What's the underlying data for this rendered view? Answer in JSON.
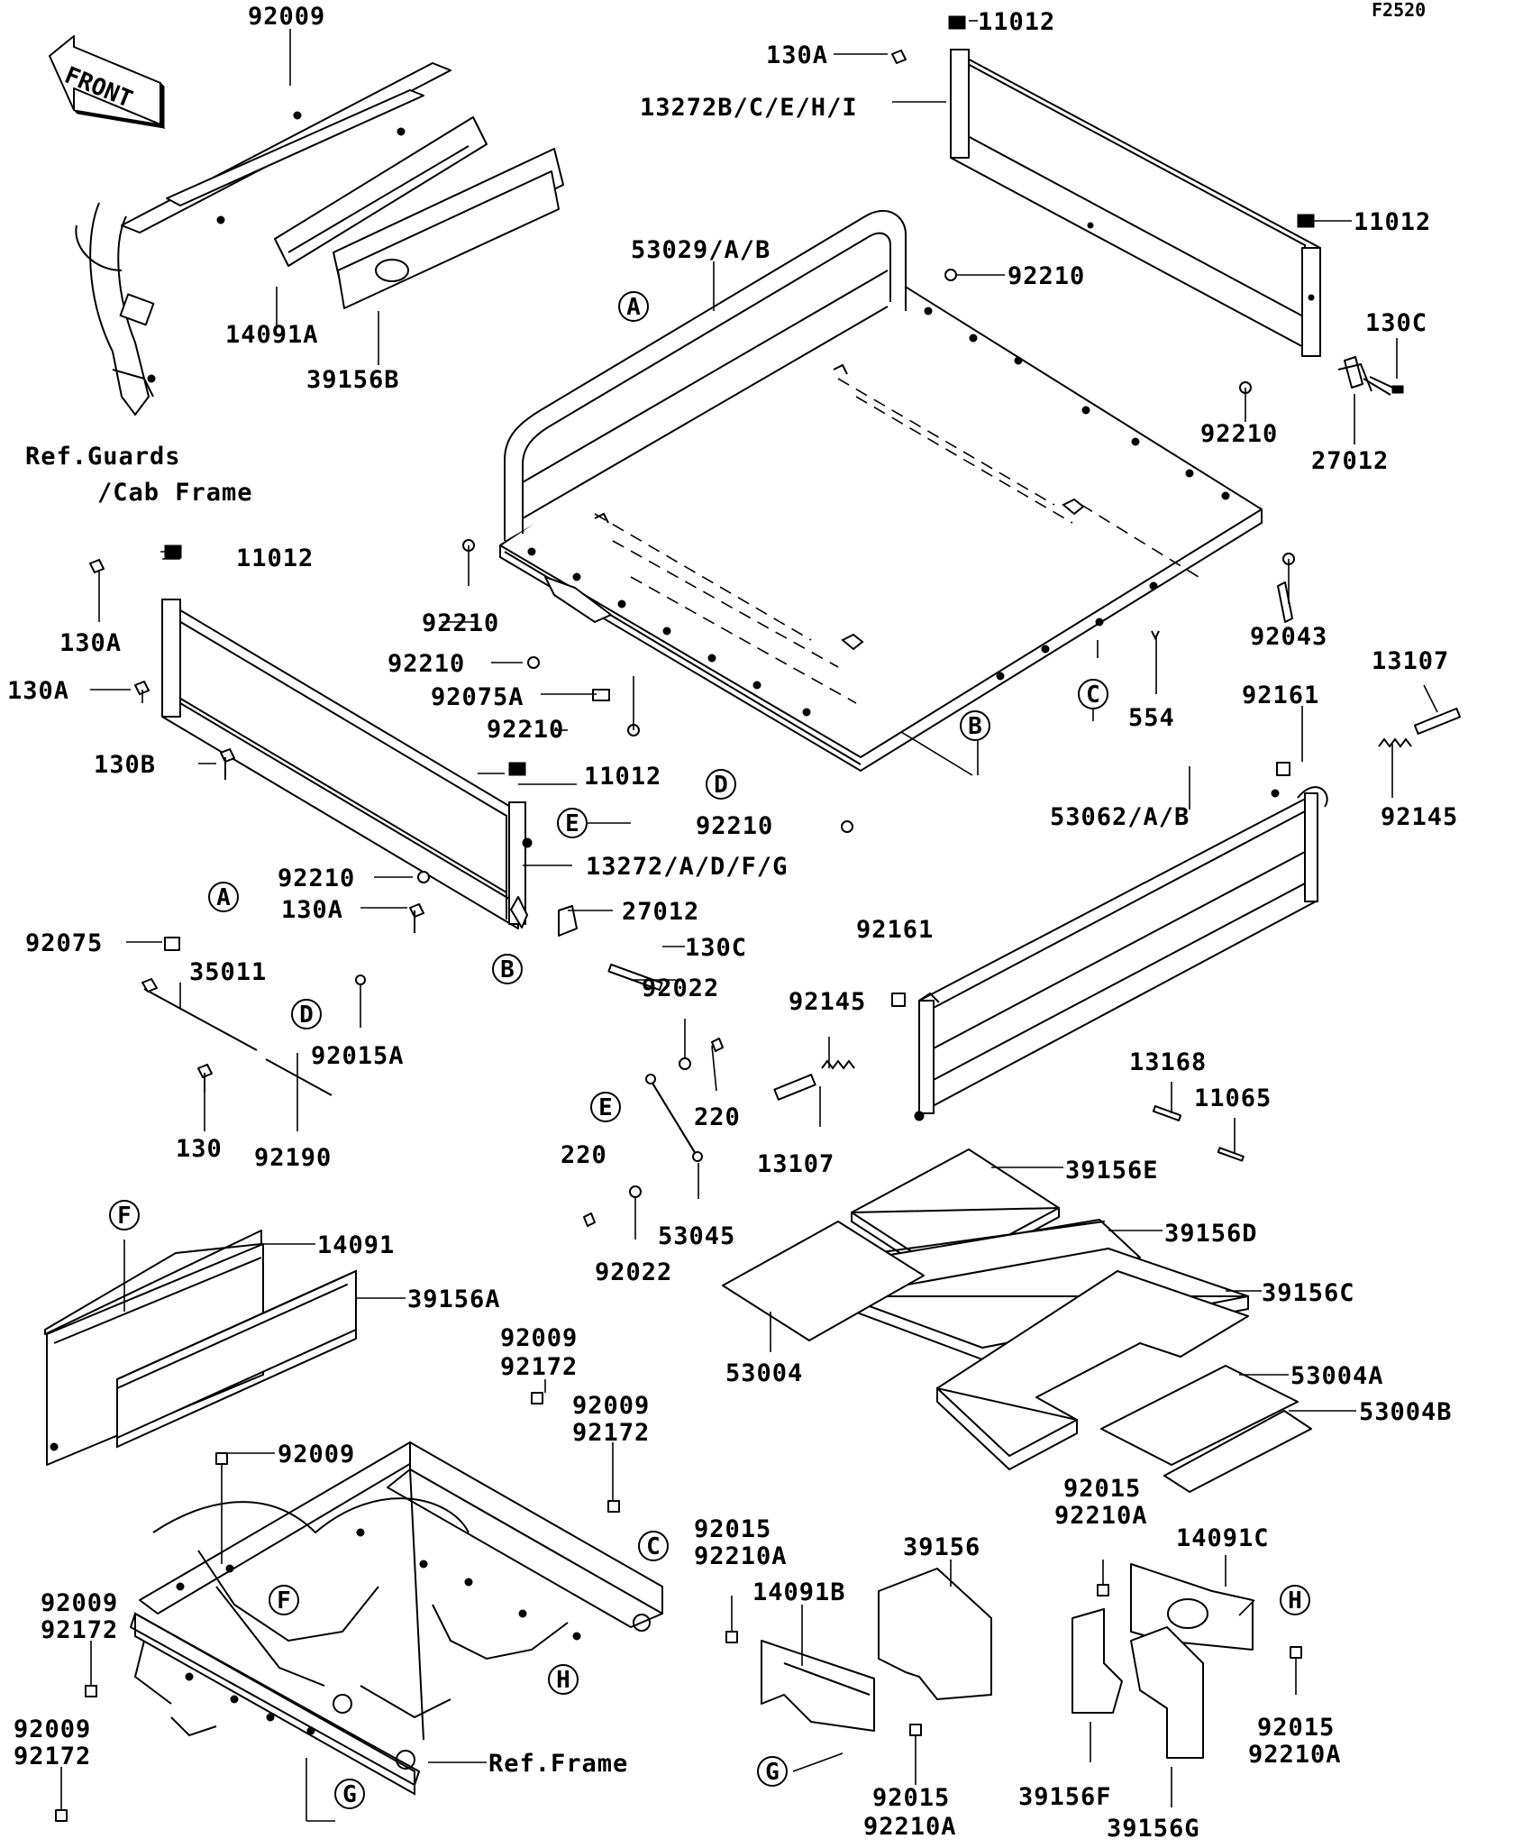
{
  "figure_code": "F2520",
  "front_arrow": "FRONT",
  "callouts": [
    "A",
    "B",
    "C",
    "D",
    "E",
    "F",
    "G",
    "H"
  ],
  "parts": [
    "92009",
    "14091A",
    "39156B",
    "Ref.Guards",
    "/Cab Frame",
    "11012",
    "130A",
    "13272B/C/E/H/I",
    "53029/A/B",
    "92210",
    "130C",
    "27012",
    "92043",
    "554",
    "13107",
    "92161",
    "92145",
    "53062/A/B",
    "92075A",
    "13272/A/D/F/G",
    "130B",
    "92075",
    "35011",
    "92015A",
    "130",
    "92190",
    "92022",
    "220",
    "53045",
    "13168",
    "11065",
    "39156E",
    "39156D",
    "39156C",
    "53004",
    "53004A",
    "53004B",
    "14091",
    "39156A",
    "92172",
    "Ref.Frame",
    "92015",
    "92210A",
    "14091B",
    "39156",
    "14091C",
    "39156F",
    "39156G"
  ]
}
